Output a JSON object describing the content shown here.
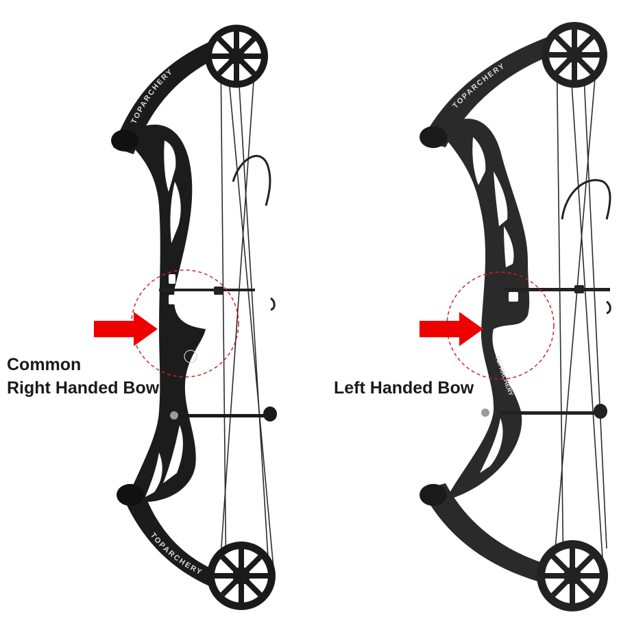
{
  "labels": {
    "right_line1": "Common",
    "right_line2": "Right Handed Bow",
    "left": "Left Handed Bow"
  },
  "branding": {
    "limb_text": "TOPARCHERY",
    "riser_text": "TOPARCHERY"
  },
  "colors": {
    "background": "#ffffff",
    "bow_right": "#1b1b1b",
    "bow_left": "#2a2a2a",
    "arrow": "#ee0000",
    "circle": "#d42020"
  },
  "icons": {
    "arrow": "red-arrow-icon",
    "highlight": "dashed-circle-icon"
  }
}
